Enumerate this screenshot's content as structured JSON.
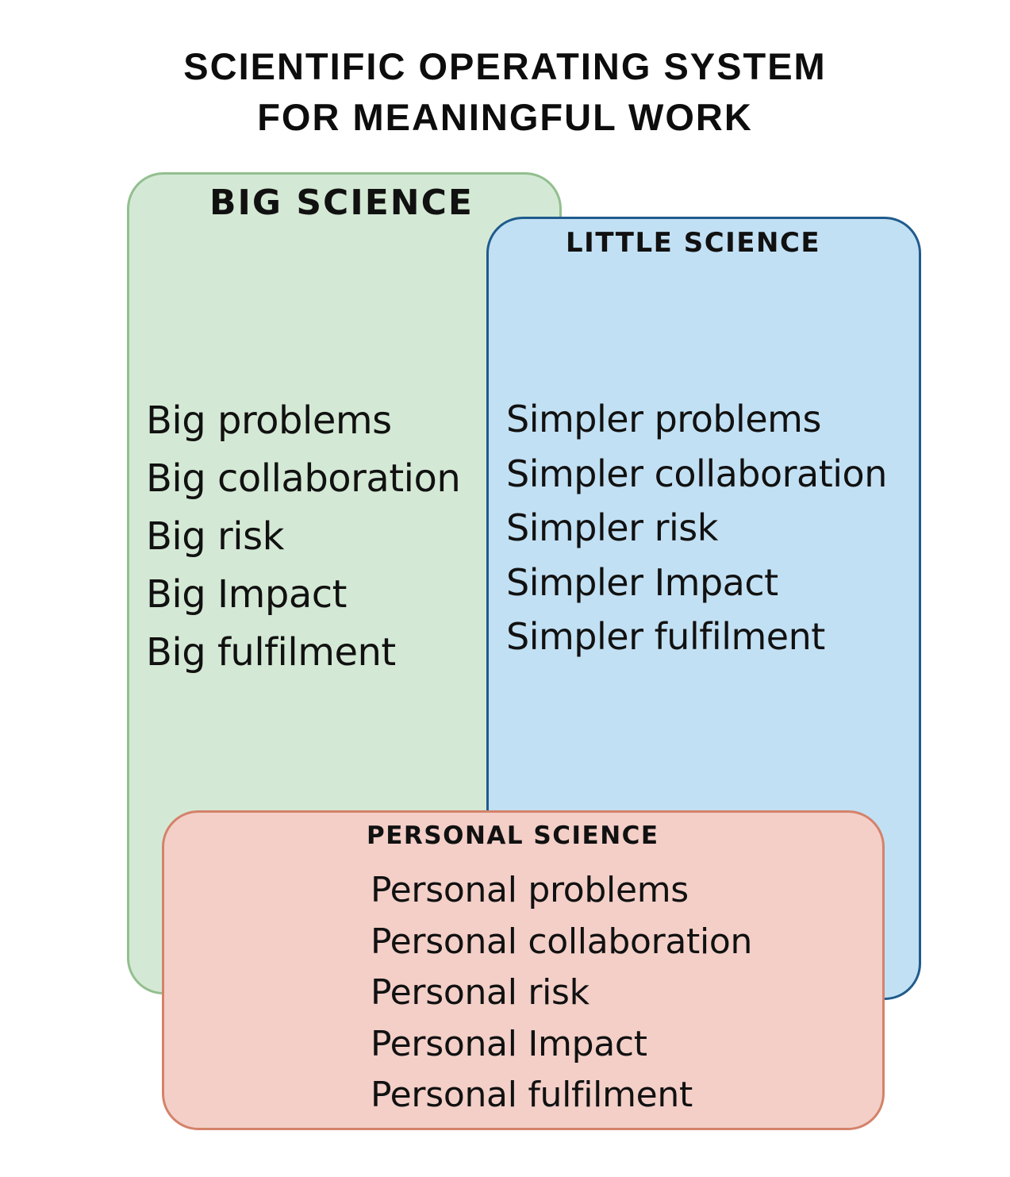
{
  "title": {
    "line1": "SCIENTIFIC OPERATING SYSTEM",
    "line2": "FOR MEANINGFUL WORK"
  },
  "colors": {
    "big_fill": "#d4e9d5",
    "big_border": "#92bf8f",
    "little_fill": "#c2e0f3",
    "little_border": "#1f5b8c",
    "personal_fill": "#f3cfc8",
    "personal_border": "#d4826a"
  },
  "big_science": {
    "heading": "BIG SCIENCE",
    "items": [
      "Big problems",
      "Big collaboration",
      "Big risk",
      "Big Impact",
      "Big fulfilment"
    ]
  },
  "little_science": {
    "heading": "LITTLE SCIENCE",
    "items": [
      "Simpler problems",
      "Simpler collaboration",
      "Simpler risk",
      "Simpler Impact",
      "Simpler fulfilment"
    ]
  },
  "personal_science": {
    "heading": "PERSONAL SCIENCE",
    "items": [
      "Personal problems",
      "Personal collaboration",
      "Personal risk",
      "Personal Impact",
      "Personal fulfilment"
    ]
  }
}
